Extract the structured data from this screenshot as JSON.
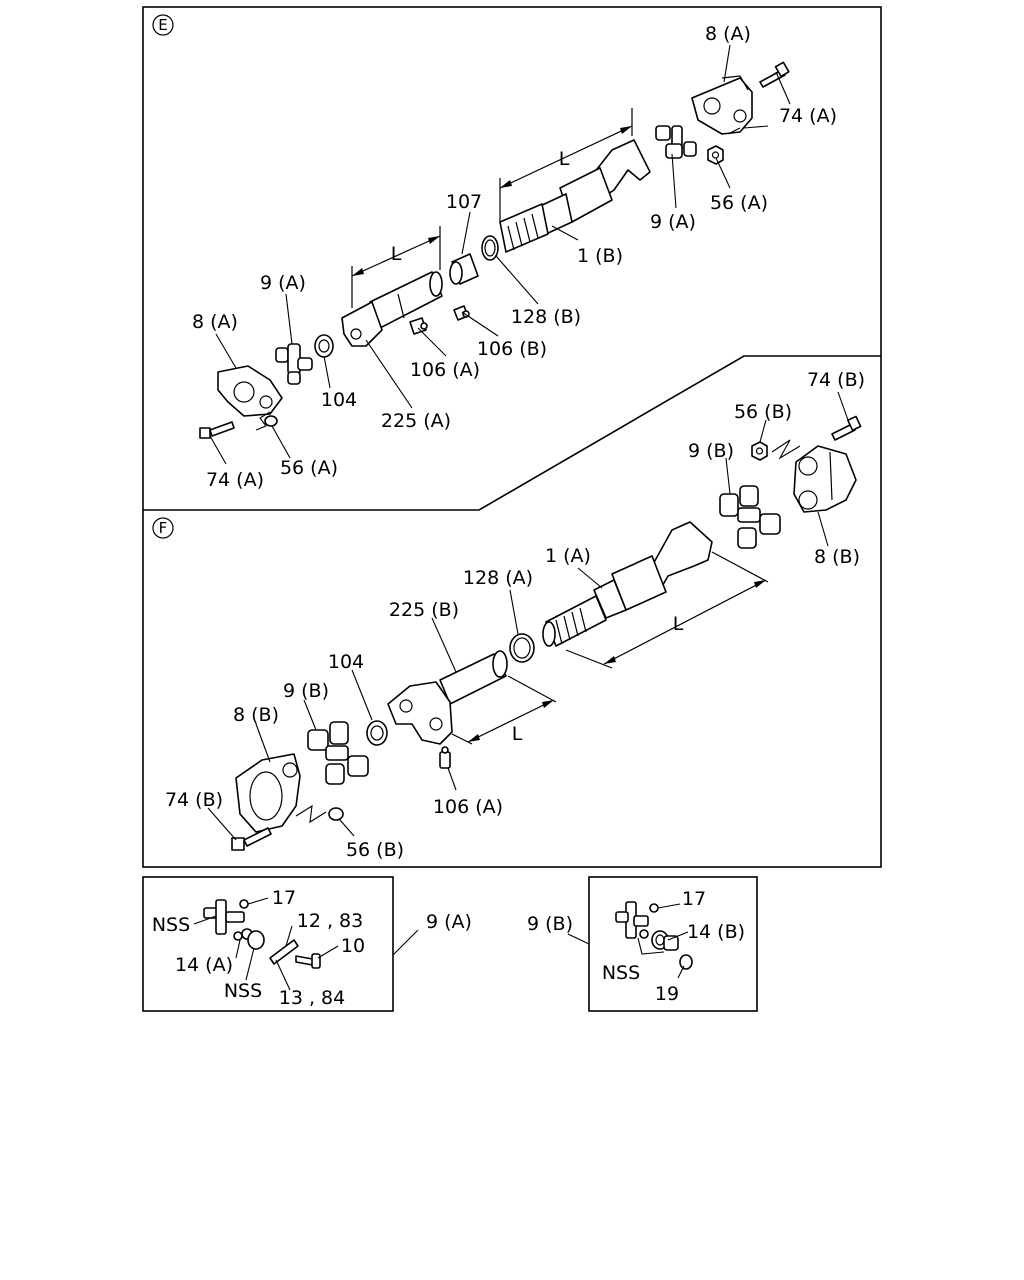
{
  "sections": {
    "E": "E",
    "F": "F"
  },
  "dimension_label": "L",
  "labels": {
    "e_8a_top": "8 (A)",
    "e_74a_top": "74 (A)",
    "e_9a_right": "9 (A)",
    "e_56a_right": "56 (A)",
    "e_1b": "1 (B)",
    "e_107": "107",
    "e_128b": "128 (B)",
    "e_106b": "106 (B)",
    "e_106a": "106 (A)",
    "e_225a": "225 (A)",
    "e_104": "104",
    "e_9a_left": "9 (A)",
    "e_8a_left": "8 (A)",
    "e_74a_left": "74 (A)",
    "e_56a_left": "56 (A)",
    "f_74b_top": "74 (B)",
    "f_56b_top": "56 (B)",
    "f_9b_right": "9 (B)",
    "f_8b_right": "8 (B)",
    "f_1a": "1 (A)",
    "f_128a": "128 (A)",
    "f_225b": "225 (B)",
    "f_104": "104",
    "f_9b_left": "9 (B)",
    "f_8b_left": "8 (B)",
    "f_74b_left": "74 (B)",
    "f_56b_left": "56 (B)",
    "f_106a": "106 (A)",
    "k1_17": "17",
    "k1_nss_top": "NSS",
    "k1_12_83": "12 , 83",
    "k1_10": "10",
    "k1_14a": "14 (A)",
    "k1_nss_bottom": "NSS",
    "k1_13_84": "13 , 84",
    "k1_9a": "9 (A)",
    "k2_9b": "9 (B)",
    "k2_17": "17",
    "k2_14b": "14 (B)",
    "k2_nss": "NSS",
    "k2_19": "19"
  }
}
